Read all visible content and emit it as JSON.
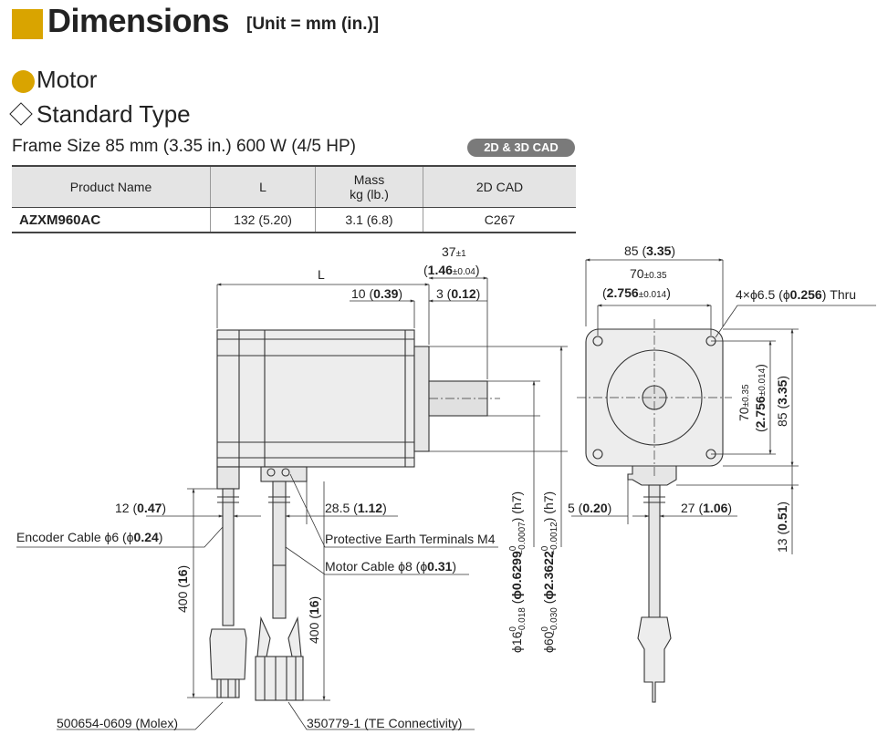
{
  "header": {
    "title": "Dimensions",
    "unit": "[Unit = mm (in.)]"
  },
  "section": {
    "motor": "Motor",
    "type": "Standard Type"
  },
  "frame_title": "Frame Size 85 mm (3.35 in.) 600 W (4/5 HP)",
  "cad_badge": "2D & 3D CAD",
  "table": {
    "headers": [
      "Product Name",
      "L",
      "Mass",
      "kg (lb.)",
      "2D CAD"
    ],
    "row": {
      "name": "AZXM960AC",
      "L": "132 (5.20)",
      "mass": "3.1 (6.8)",
      "cad": "C267"
    }
  },
  "dims": {
    "L": "L",
    "d37": "37",
    "d37_tol": "±1",
    "d37_in": "1.46",
    "d37_in_tol": "±0.04",
    "d10": "10",
    "d10_in": "0.39",
    "d3": "3",
    "d3_in": "0.12",
    "d85": "85",
    "d85_in": "3.35",
    "d70": "70",
    "d70_tol": "±0.35",
    "d70_in": "2.756",
    "d70_in_tol": "±0.014",
    "holes_pre": "4×ϕ6.5 (ϕ",
    "holes_in": "0.256",
    "holes_post": ") Thru",
    "d12": "12",
    "d12_in": "0.47",
    "d28": "28.5",
    "d28_in": "1.12",
    "d5": "5",
    "d5_in": "0.20",
    "d27": "27",
    "d27_in": "1.06",
    "d13": "13",
    "d13_in": "0.51",
    "encoder_pre": "Encoder Cable ϕ6 (ϕ",
    "encoder_in": "0.24",
    "pe": "Protective Earth Terminals M4",
    "motorcable_pre": "Motor Cable ϕ8 (ϕ",
    "motorcable_in": "0.31",
    "d400a": "400",
    "d400a_in": "16",
    "d400b": "400",
    "d400b_in": "16",
    "shaft16_pre": "ϕ16",
    "shaft16_tol_top": "0",
    "shaft16_tol_bot": "−0.018",
    "shaft16_in": "ϕ0.6299",
    "shaft16_in_tol_top": "0",
    "shaft16_in_tol_bot": "−0.0007",
    "shaft16_fit": "(h7)",
    "pilot60_pre": "ϕ60",
    "pilot60_tol_top": "0",
    "pilot60_tol_bot": "−0.030",
    "pilot60_in": "ϕ2.3622",
    "pilot60_in_tol_top": "0",
    "pilot60_in_tol_bot": "−0.0012",
    "pilot60_fit": "(h7)",
    "molex": "500654-0609 (Molex)",
    "te": "350779-1 (TE Connectivity)"
  }
}
